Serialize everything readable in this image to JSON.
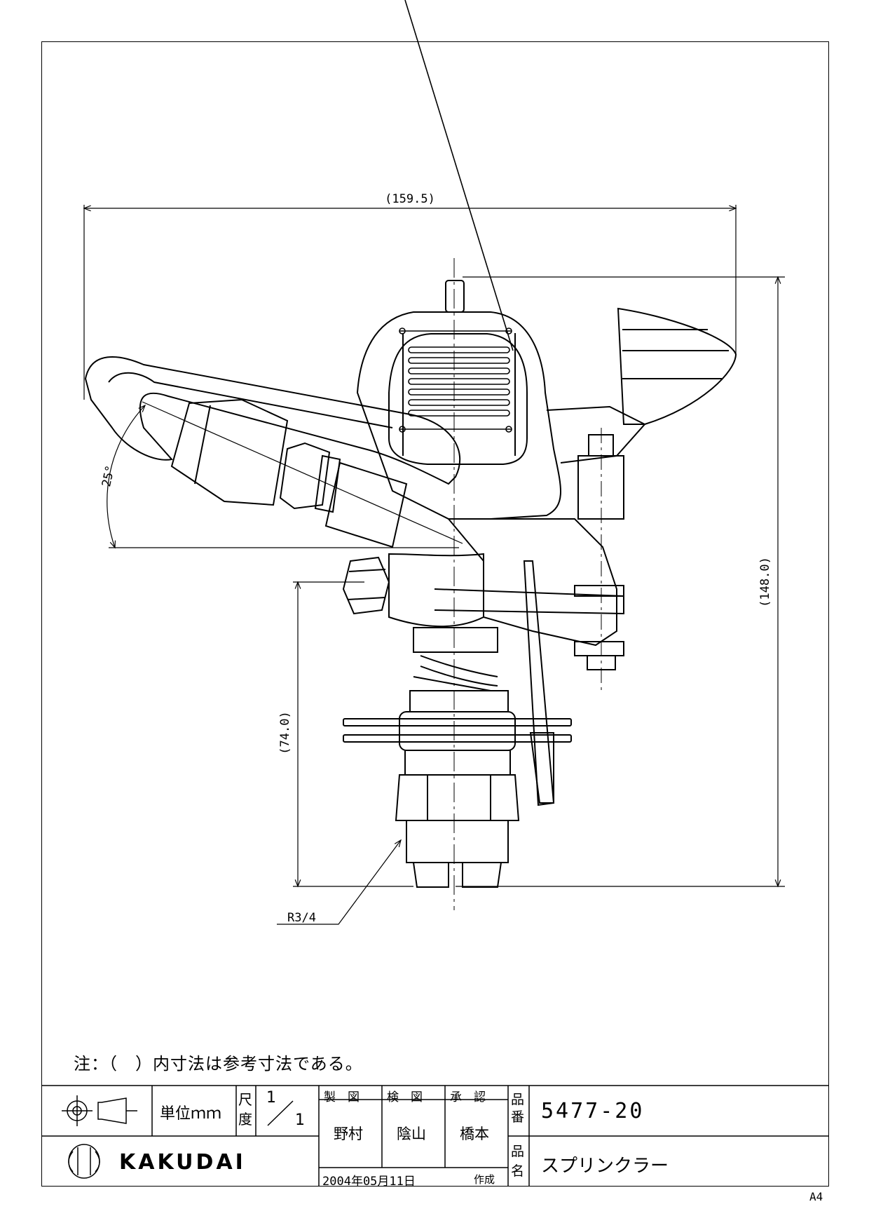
{
  "drawing": {
    "dimensions": {
      "overall_width": "(159.5)",
      "overall_height": "(148.0)",
      "inlet_height": "(74.0)",
      "nozzle_angle": "25°",
      "thread": "R3/4"
    },
    "note": "注：（　）内寸法は参考寸法である。",
    "sheet_size": "A4"
  },
  "title_block": {
    "unit_label": "単位ｍｍ",
    "scale_label_1": "尺",
    "scale_label_2": "度",
    "scale_num": "1",
    "scale_den": "1",
    "drawn_by_label": "製　図",
    "checked_by_label": "検　図",
    "approved_by_label": "承　認",
    "drawn_by": "野村",
    "checked_by": "陰山",
    "approved_by": "橋本",
    "part_no_label_1": "品",
    "part_no_label_2": "番",
    "part_no": "5477-20",
    "part_name_label_1": "品",
    "part_name_label_2": "名",
    "part_name": "スプリンクラー",
    "company": "KAKUDAI",
    "date": "2004年05月11日",
    "created_label": "作成"
  }
}
